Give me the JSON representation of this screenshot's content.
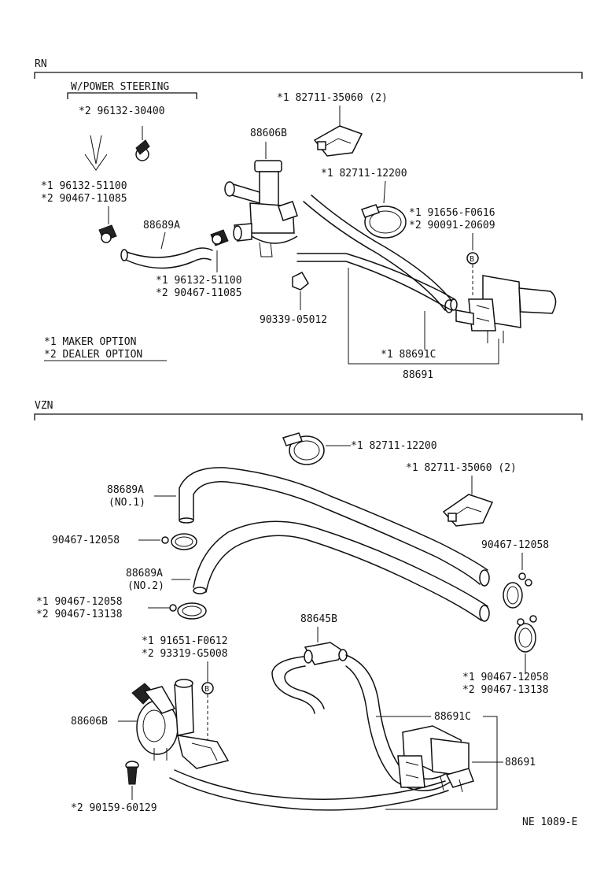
{
  "sections": {
    "rn": "RN",
    "vzn": "VZN"
  },
  "rn": {
    "power_steering_label": "W/POWER STEERING",
    "ps_clip": "*2  96132-30400",
    "ps_hose_clip_1": "*1  96132-51100",
    "ps_hose_clip_2": "*2  90467-11085",
    "hose_88689a": "88689A",
    "clip_mid_1": "*1  96132-51100",
    "clip_mid_2": "*2  90467-11085",
    "valve_88606b": "88606B",
    "clamp_top": "*1  82711-35060 (2)",
    "clamp_mid": "*1  82711-12200",
    "bolt_1": "*1  91656-F0616",
    "bolt_2": "*2  90091-20609",
    "cap": "90339-05012",
    "hose_88691c": "*1  88691C",
    "assy_88691": "88691",
    "legend_1": "*1 MAKER OPTION",
    "legend_2": "*2 DEALER OPTION"
  },
  "vzn": {
    "clamp_top": "*1  82711-12200",
    "clamp_right": "*1  82711-35060 (2)",
    "hose_no1": "88689A",
    "hose_no1_sub": "(NO.1)",
    "clip_left_1": "90467-12058",
    "hose_no2": "88689A",
    "hose_no2_sub": "(NO.2)",
    "clip_right": "90467-12058",
    "clip_left2_1": "*1  90467-12058",
    "clip_left2_2": "*2  90467-13138",
    "joint": "88645B",
    "bolt_1": "*1  91651-F0612",
    "bolt_2": "*2  93319-G5008",
    "clip_right2_1": "*1  90467-12058",
    "clip_right2_2": "*2  90467-13138",
    "valve": "88606B",
    "hose_88691c": "88691C",
    "assy_88691": "88691",
    "screw": "*2  90159-60129"
  },
  "bolt_marker": "B",
  "drawing_number": "NE 1089-E"
}
